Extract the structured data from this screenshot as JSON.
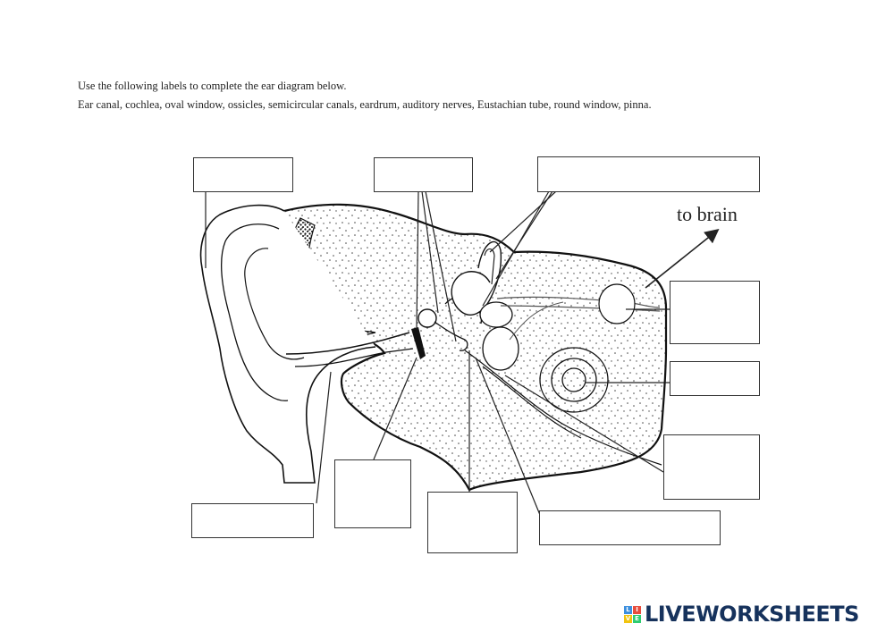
{
  "instructions": {
    "line1": "Use the following labels to complete the ear diagram below.",
    "line2": "Ear canal, cochlea, oval window, ossicles, semicircular canals, eardrum, auditory nerves, Eustachian tube, round window, pinna."
  },
  "diagram": {
    "arrow_label": "to brain"
  },
  "logo": {
    "text": "LIVEWORKSHEETS",
    "mark_letters": [
      "L",
      "I",
      "V",
      "E"
    ],
    "mark_colors": [
      "#3c8fde",
      "#e74c3c",
      "#f1c40f",
      "#2ecc71"
    ]
  }
}
